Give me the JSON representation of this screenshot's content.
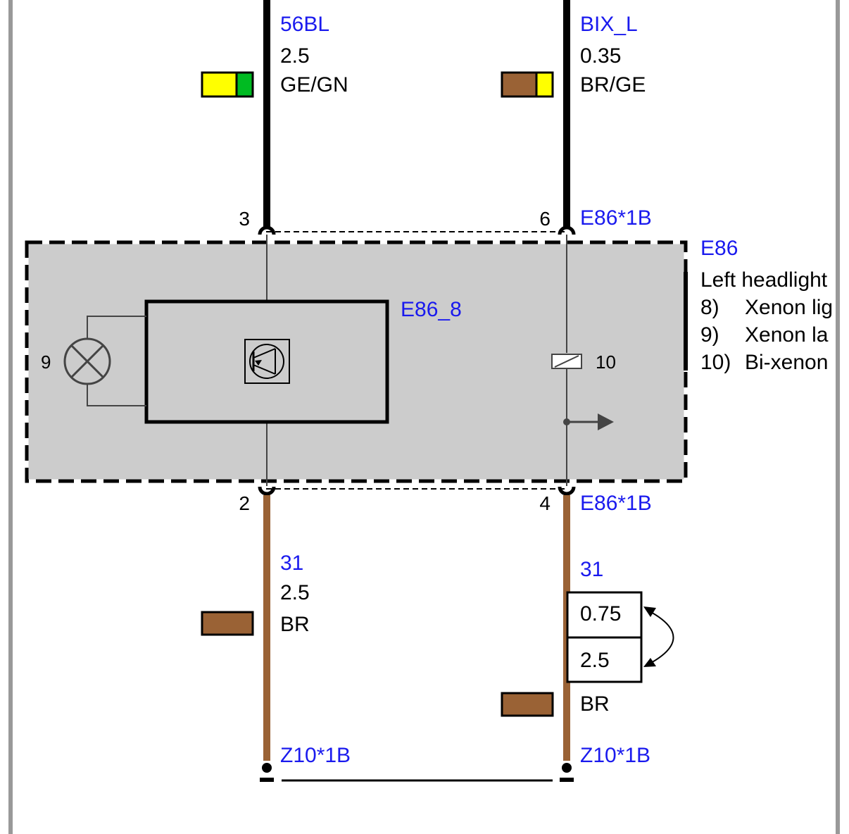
{
  "top_left_wire": {
    "signal": "56BL",
    "cross_section": "2.5",
    "color_code": "GE/GN",
    "colors": [
      "#ffff00",
      "#00bb22"
    ],
    "pin": "3"
  },
  "top_right_wire": {
    "signal": "BIX_L",
    "cross_section": "0.35",
    "color_code": "BR/GE",
    "colors": [
      "#9a6235",
      "#ffff00"
    ],
    "pin": "6",
    "connector": "E86*1B"
  },
  "component": {
    "id": "E86",
    "title": "Left headlight",
    "legend": [
      {
        "num": "8)",
        "text": "Xenon lig"
      },
      {
        "num": "9)",
        "text": "Xenon la"
      },
      {
        "num": "10)",
        "text": "Bi-xenon"
      }
    ],
    "module_label": "E86_8",
    "lamp_number": "9",
    "coil_number": "10",
    "fill_color": "#cccccc"
  },
  "bottom_left_wire": {
    "pin": "2",
    "signal": "31",
    "cross_section": "2.5",
    "color_code": "BR",
    "colors": [
      "#9a6235"
    ],
    "ground": "Z10*1B"
  },
  "bottom_right_wire": {
    "pin": "4",
    "connector": "E86*1B",
    "signal": "31",
    "cross_section_alt_1": "0.75",
    "cross_section_alt_2": "2.5",
    "color_code": "BR",
    "colors": [
      "#9a6235"
    ],
    "ground": "Z10*1B"
  }
}
